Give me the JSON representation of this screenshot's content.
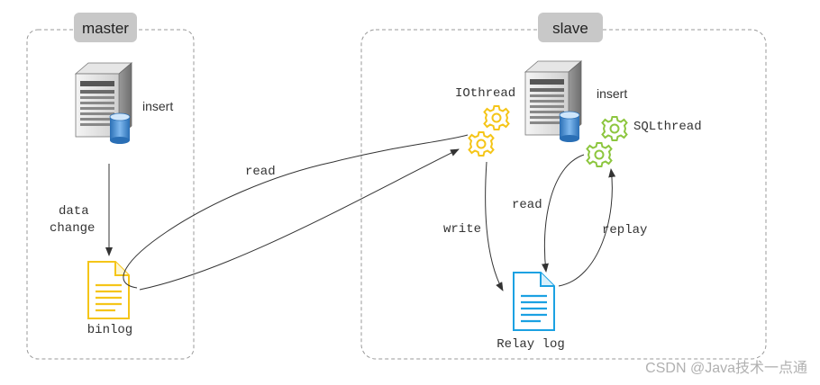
{
  "master": {
    "label": "master",
    "insert_label": "insert",
    "data_change_line1": "data",
    "data_change_line2": "change",
    "binlog_label": "binlog"
  },
  "slave": {
    "label": "slave",
    "iothread_label": "IOthread",
    "insert_label": "insert",
    "sqlthread_label": "SQLthread",
    "write_label": "write",
    "read_label": "read",
    "replay_label": "replay",
    "relay_log_label": "Relay log"
  },
  "edges": {
    "read_label": "read"
  },
  "watermark": "CSDN @Java技术一点通",
  "colors": {
    "binlog_icon": "#f5c518",
    "relay_log_icon": "#1ba1e2",
    "iothread_gear": "#f5c518",
    "sqlthread_gear": "#8dc63f",
    "region_border": "#999999",
    "tab_fill": "#c8c8c8"
  },
  "icons": {
    "server": "server-database-icon",
    "file": "document-icon",
    "gear": "gear-icon"
  }
}
